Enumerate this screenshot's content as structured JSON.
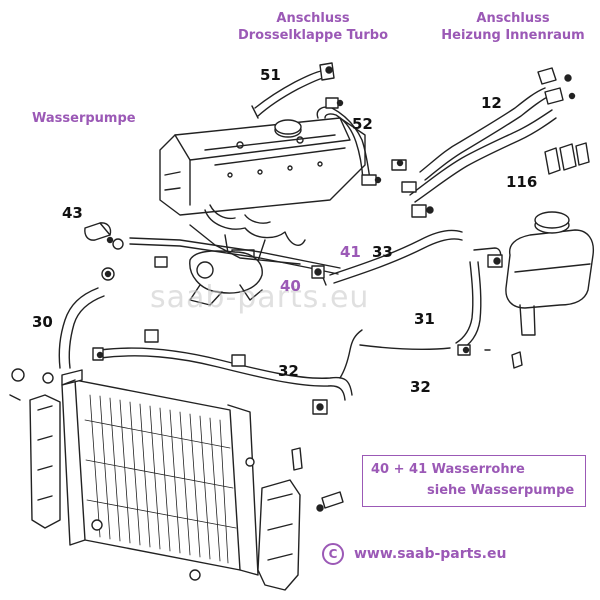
{
  "labels": {
    "throttle_connection_line1": "Anschluss",
    "throttle_connection_line2": "Drosselklappe Turbo",
    "heater_connection_line1": "Anschluss",
    "heater_connection_line2": "Heizung Innenraum",
    "water_pump": "Wasserpumpe"
  },
  "part_numbers": {
    "p51": "51",
    "p52": "52",
    "p12": "12",
    "p116": "116",
    "p43": "43",
    "p41": "41",
    "p33": "33",
    "p40": "40",
    "p30": "30",
    "p31": "31",
    "p32a": "32",
    "p32b": "32"
  },
  "note": {
    "line1": "40 + 41  Wasserrohre",
    "line2": "siehe Wasserpumpe"
  },
  "footer": {
    "copyright_symbol": "C",
    "website": "www.saab-parts.eu"
  },
  "watermark": "saab-parts.eu",
  "colors": {
    "accent": "#9b59b6",
    "line": "#222222"
  }
}
